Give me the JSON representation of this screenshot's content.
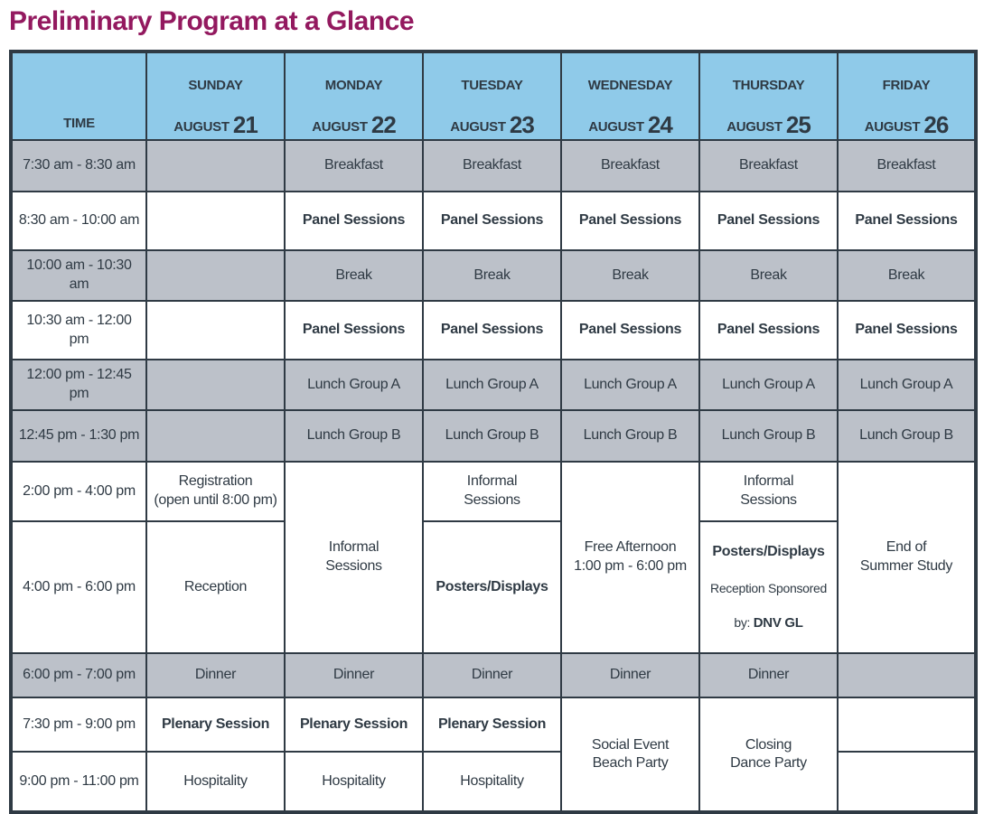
{
  "title": "Preliminary Program at a Glance",
  "colors": {
    "title_magenta": "#93195F",
    "header_blue": "#8FCAE9",
    "row_gray": "#BCC1C9",
    "ink_navy": "#2F3A44"
  },
  "schedule": {
    "header": {
      "time_label": "TIME",
      "days": [
        {
          "day": "SUNDAY",
          "month": "AUGUST",
          "num": "21"
        },
        {
          "day": "MONDAY",
          "month": "AUGUST",
          "num": "22"
        },
        {
          "day": "TUESDAY",
          "month": "AUGUST",
          "num": "23"
        },
        {
          "day": "WEDNESDAY",
          "month": "AUGUST",
          "num": "24"
        },
        {
          "day": "THURSDAY",
          "month": "AUGUST",
          "num": "25"
        },
        {
          "day": "FRIDAY",
          "month": "AUGUST",
          "num": "26"
        }
      ]
    },
    "rows": [
      {
        "time": "7:30 am - 8:30 am",
        "cells": {
          "sun": "",
          "mon": "Breakfast",
          "tue": "Breakfast",
          "wed": "Breakfast",
          "thu": "Breakfast",
          "fri": "Breakfast"
        }
      },
      {
        "time": "8:30 am - 10:00 am",
        "cells": {
          "sun": "",
          "mon": "Panel Sessions",
          "tue": "Panel Sessions",
          "wed": "Panel Sessions",
          "thu": "Panel Sessions",
          "fri": "Panel Sessions"
        }
      },
      {
        "time": "10:00 am - 10:30 am",
        "cells": {
          "sun": "",
          "mon": "Break",
          "tue": "Break",
          "wed": "Break",
          "thu": "Break",
          "fri": "Break"
        }
      },
      {
        "time": "10:30 am - 12:00 pm",
        "cells": {
          "sun": "",
          "mon": "Panel Sessions",
          "tue": "Panel Sessions",
          "wed": "Panel Sessions",
          "thu": "Panel Sessions",
          "fri": "Panel Sessions"
        }
      },
      {
        "time": "12:00 pm - 12:45 pm",
        "cells": {
          "sun": "",
          "mon": "Lunch Group A",
          "tue": "Lunch Group A",
          "wed": "Lunch Group A",
          "thu": "Lunch Group A",
          "fri": "Lunch Group A"
        }
      },
      {
        "time": "12:45 pm - 1:30 pm",
        "cells": {
          "sun": "",
          "mon": "Lunch Group B",
          "tue": "Lunch Group B",
          "wed": "Lunch Group B",
          "thu": "Lunch Group B",
          "fri": "Lunch Group B"
        }
      },
      {
        "time": "2:00 pm - 4:00 pm",
        "cells": {
          "sun": "Registration\n(open until 8:00 pm)",
          "mon": "Informal\nSessions",
          "tue": "Informal\nSessions",
          "wed": "Free Afternoon\n1:00 pm - 6:00 pm",
          "thu": "Informal\nSessions",
          "fri": "End of\nSummer Study"
        }
      },
      {
        "time": "4:00 pm - 6:00 pm",
        "cells": {
          "sun": "Reception",
          "tue": "Posters/Displays",
          "thu": {
            "posters": "Posters/Displays",
            "sponsor": "Reception Sponsored",
            "by": "by:",
            "name": "DNV GL"
          }
        }
      },
      {
        "time": "6:00 pm - 7:00 pm",
        "cells": {
          "sun": "Dinner",
          "mon": "Dinner",
          "tue": "Dinner",
          "wed": "Dinner",
          "thu": "Dinner",
          "fri": ""
        }
      },
      {
        "time": "7:30 pm - 9:00 pm",
        "cells": {
          "sun": "Plenary Session",
          "mon": "Plenary Session",
          "tue": "Plenary Session",
          "wed": "Social Event\nBeach Party",
          "thu": "Closing\nDance Party",
          "fri": ""
        }
      },
      {
        "time": "9:00 pm - 11:00 pm",
        "cells": {
          "sun": "Hospitality",
          "mon": "Hospitality",
          "tue": "Hospitality",
          "fri": ""
        }
      }
    ]
  }
}
